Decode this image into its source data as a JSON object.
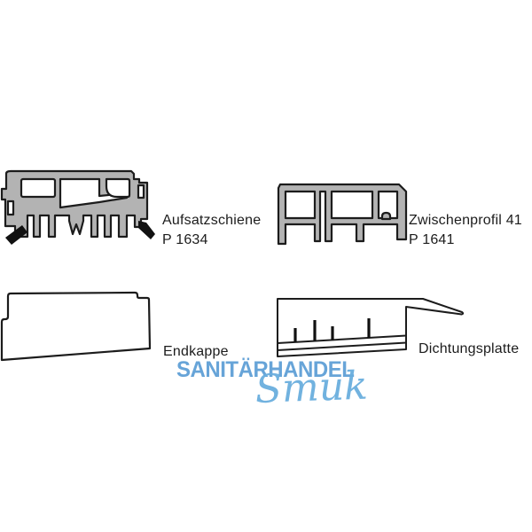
{
  "figures": {
    "aufsatzschiene": {
      "label": "Aufsatzschiene",
      "code": "P 1634"
    },
    "zwischenprofil": {
      "label": "Zwischenprofil 41",
      "code": "P 1641"
    },
    "endkappe": {
      "label": "Endkappe"
    },
    "dichtungsplatte": {
      "label": "Dichtungsplatte"
    }
  },
  "watermark": {
    "line1": "SANITÄRHANDEL",
    "line2": "Smuk",
    "color": "#5fa0d6"
  },
  "colors": {
    "background": "#ffffff",
    "profile_fill": "#b3b3b3",
    "outline": "#1c1c1c",
    "gasket_pins": "#111111"
  }
}
